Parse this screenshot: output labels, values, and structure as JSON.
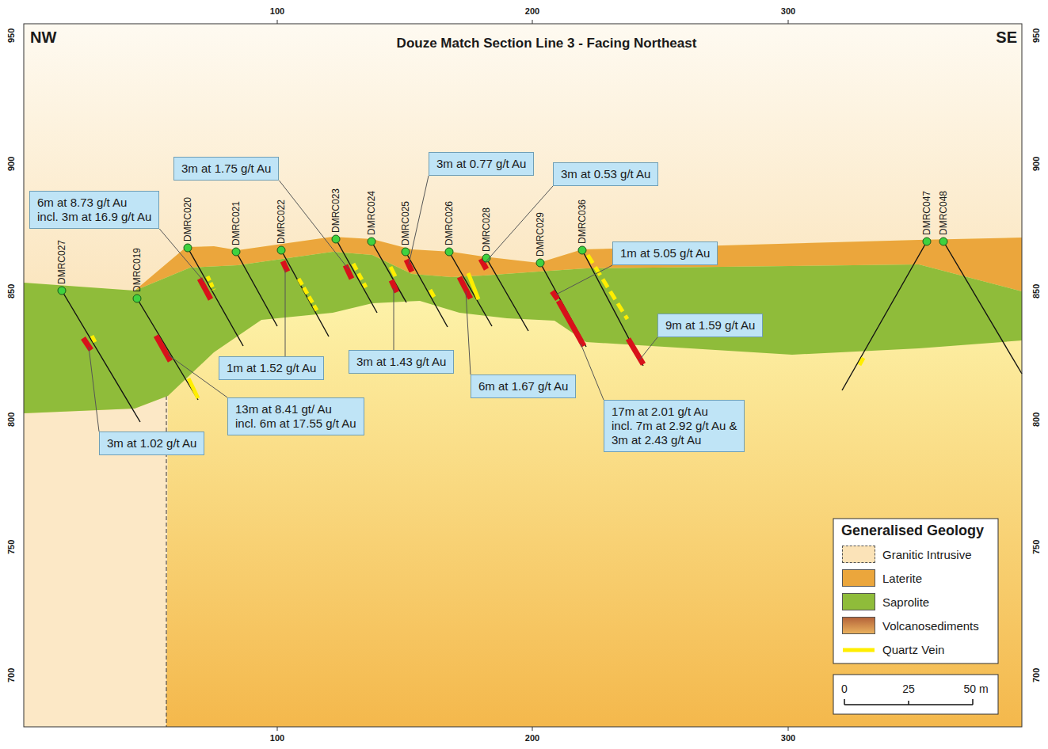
{
  "diagram": {
    "title": "Douze Match Section Line 3 - Facing Northeast",
    "nodes": [
      {
        "text": [
          "3m at 1.75 g/t Au"
        ]
      },
      {
        "text": [
          "3m at 0.77 g/t Au"
        ]
      },
      {
        "text": [
          "3m at 0.53 g/t Au"
        ]
      },
      {
        "text": [
          "6m at 8.73 g/t Au",
          "incl. 3m at 16.9 g/t Au"
        ]
      },
      {
        "text": [
          "1m at 5.05 g/t Au"
        ]
      },
      {
        "text": [
          "9m at 1.59 g/t Au"
        ]
      },
      {
        "text": [
          "1m at 1.52 g/t Au"
        ]
      },
      {
        "text": [
          "3m at 1.43 g/t Au"
        ]
      },
      {
        "text": [
          "6m at 1.67 g/t Au"
        ]
      },
      {
        "text": [
          "13m at 8.41 gt/ Au",
          "incl. 6m at 17.55 g/t Au"
        ]
      },
      {
        "text": [
          "3m at 1.02 g/t Au"
        ]
      },
      {
        "text": [
          "17m at 2.01 g/t Au",
          "incl. 7m at 2.92 g/t Au &",
          "3m at 2.43 g/t Au"
        ]
      }
    ],
    "labels": [
      "NW",
      "SE",
      "100",
      "200",
      "300",
      "100",
      "200",
      "300",
      "950",
      "900",
      "850",
      "800",
      "750",
      "700",
      "950",
      "900",
      "850",
      "800",
      "750",
      "700",
      "DMRC027",
      "DMRC019",
      "DMRC020",
      "DMRC021",
      "DMRC022",
      "DMRC023",
      "DMRC024",
      "DMRC025",
      "DMRC026",
      "DMRC028",
      "DMRC029",
      "DMRC036",
      "DMRC047",
      "DMRC048",
      "Generalised Geology",
      "0",
      "25",
      "50 m"
    ],
    "legend": [
      {
        "text": "Granitic Intrusive",
        "color": "#fbe3b8"
      },
      {
        "text": "Laterite",
        "color": "#eba63c"
      },
      {
        "text": "Saprolite",
        "color": "#8fbc3a"
      },
      {
        "text": "Volcanosediments",
        "color": "#e9b15e"
      },
      {
        "text": "Quartz Vein"
      }
    ]
  }
}
